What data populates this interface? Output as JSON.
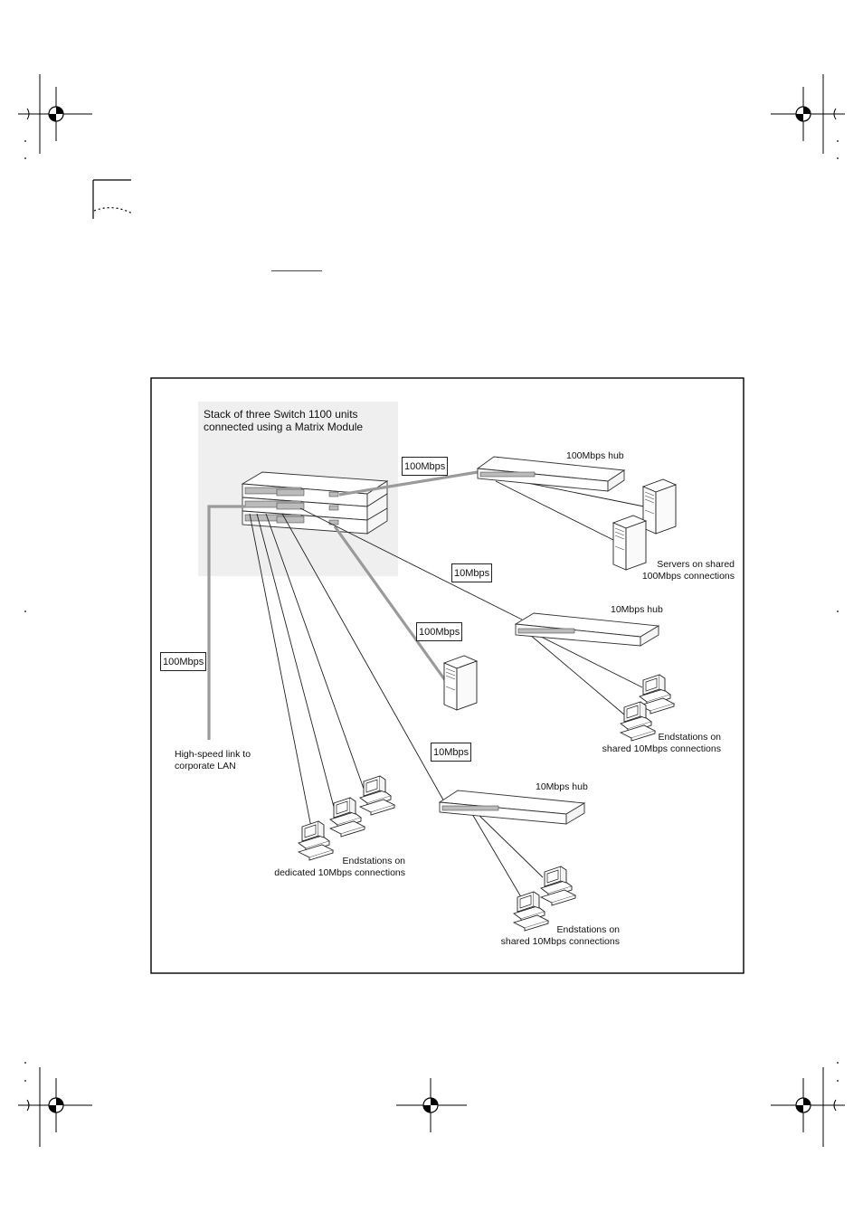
{
  "diagram": {
    "stack_caption_line1": "Stack of three Switch 1100 units",
    "stack_caption_line2": "connected using a Matrix Module",
    "links": {
      "hub_uplink": "100Mbps",
      "corporate_link": "100Mbps",
      "server_link": "100Mbps",
      "hub_right_link": "10Mbps",
      "hub_bottom_link": "10Mbps"
    },
    "labels": {
      "hub_top": "100Mbps hub",
      "hub_right": "10Mbps hub",
      "hub_bottom": "10Mbps hub",
      "servers_line1": "Servers on shared",
      "servers_line2": "100Mbps connections",
      "end_right_line1": "Endstations on",
      "end_right_line2": "shared 10Mbps connections",
      "end_bottom_line1": "Endstations on",
      "end_bottom_line2": "shared 10Mbps connections",
      "end_dedicated_line1": "Endstations on",
      "end_dedicated_line2": "dedicated 10Mbps connections",
      "highspeed_line1": "High-speed link to",
      "highspeed_line2": "corporate LAN"
    }
  }
}
